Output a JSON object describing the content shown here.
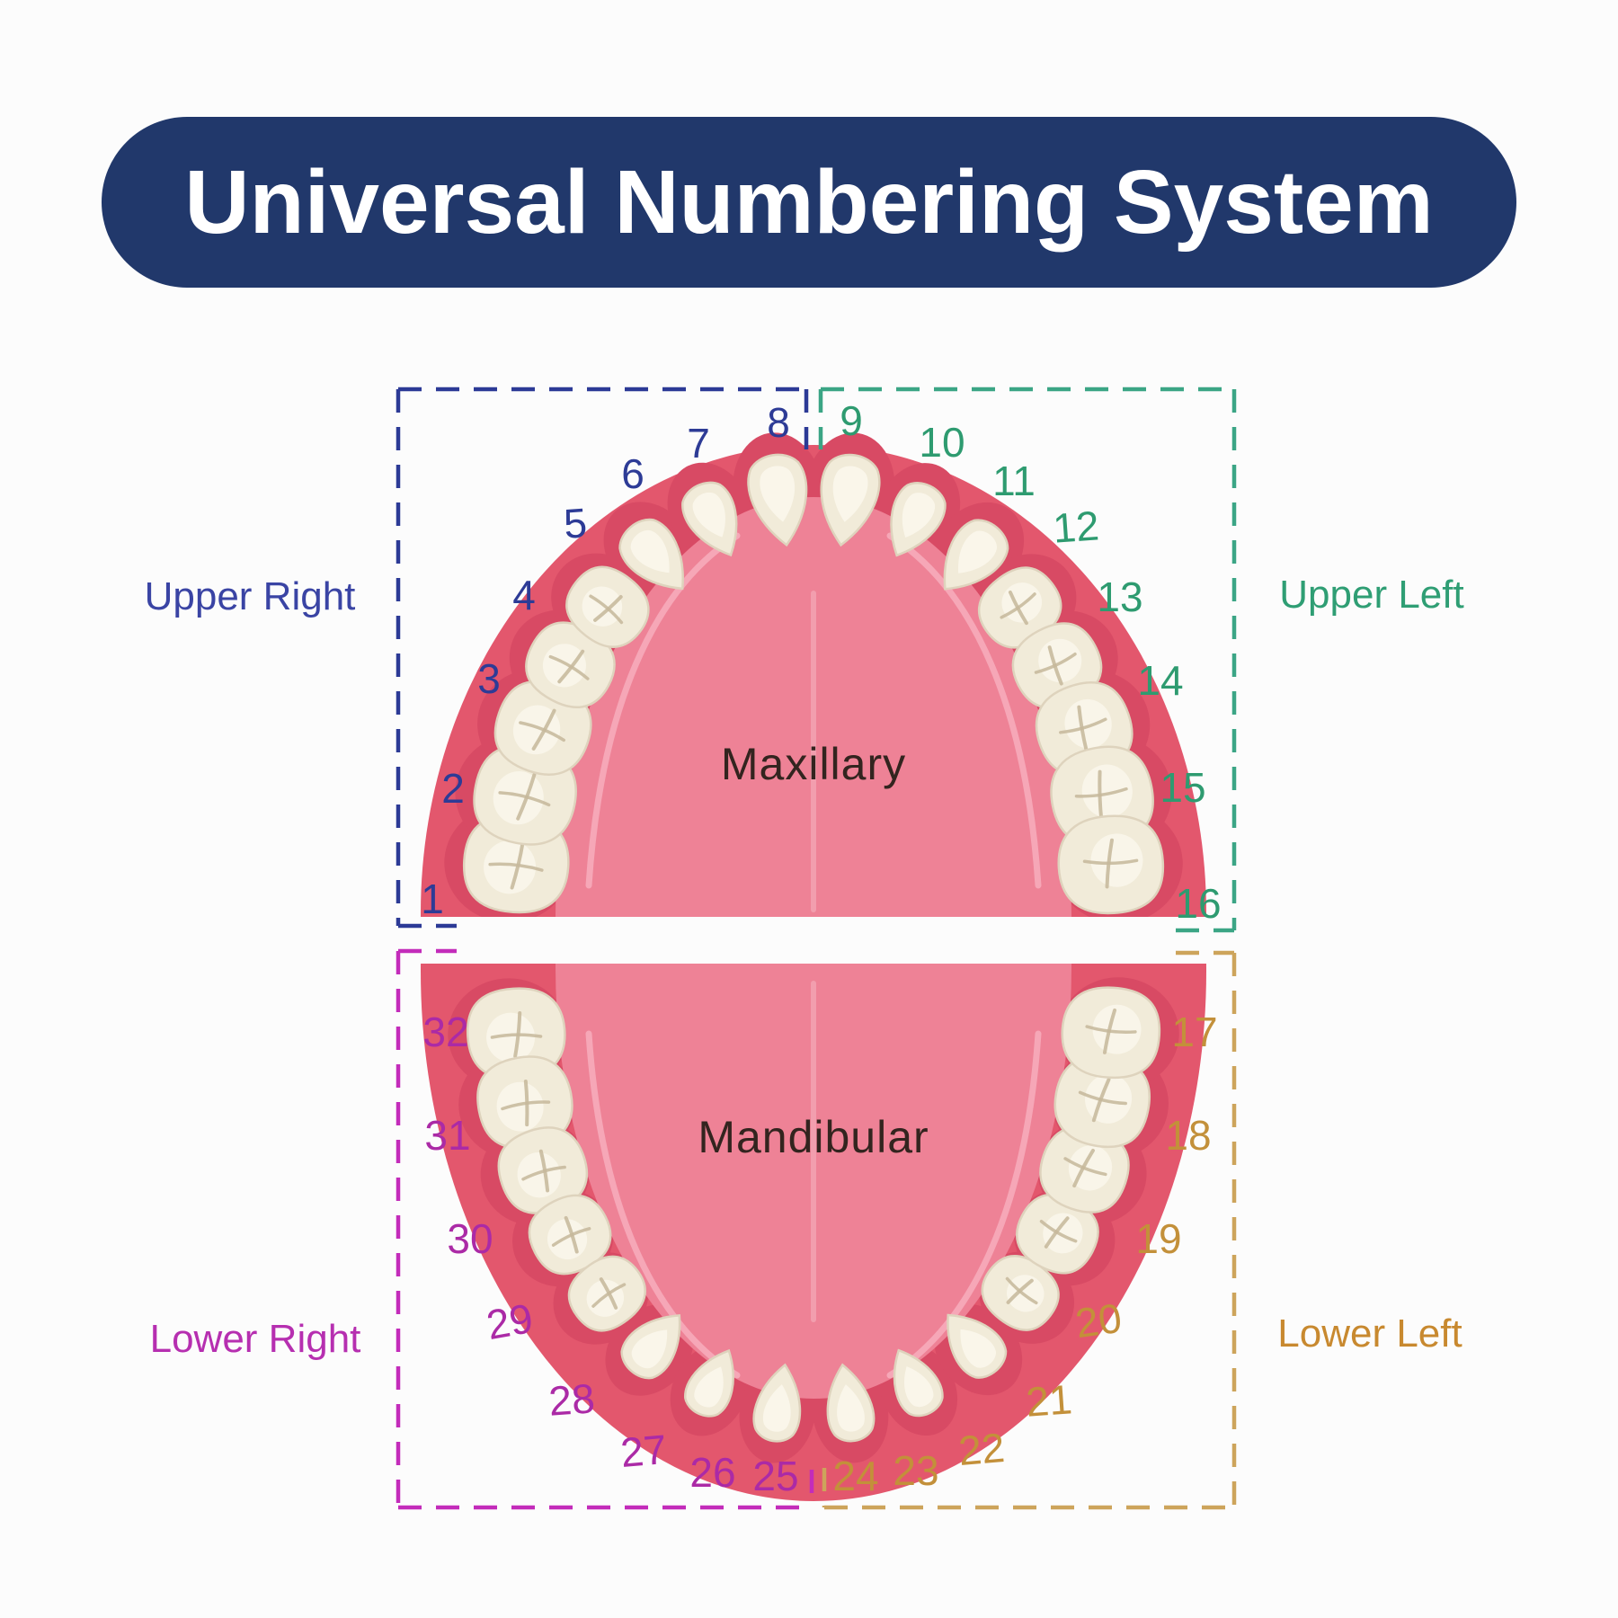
{
  "title": "Universal Numbering System",
  "arches": {
    "upper": "Maxillary",
    "lower": "Mandibular"
  },
  "quadrants": [
    {
      "id": "upper-right",
      "label": "Upper Right",
      "numbers": [
        1,
        2,
        3,
        4,
        5,
        6,
        7,
        8
      ],
      "number_color": "#2d3b96",
      "border_color": "#2c3a96",
      "label_color": "#3a44a4"
    },
    {
      "id": "upper-left",
      "label": "Upper Left",
      "numbers": [
        9,
        10,
        11,
        12,
        13,
        14,
        15,
        16
      ],
      "number_color": "#2e9b70",
      "border_color": "#3ba585",
      "label_color": "#2f9e74"
    },
    {
      "id": "lower-right",
      "label": "Lower Right",
      "numbers": [
        25,
        26,
        27,
        28,
        29,
        30,
        31,
        32
      ],
      "number_color": "#ab2aa6",
      "border_color": "#c32cba",
      "label_color": "#b62fb0"
    },
    {
      "id": "lower-left",
      "label": "Lower Left",
      "numbers": [
        17,
        18,
        19,
        20,
        21,
        22,
        23,
        24
      ],
      "number_color": "#c3903a",
      "border_color": "#cda45b",
      "label_color": "#c8892f"
    }
  ],
  "colors": {
    "background": "#fcfcfc",
    "banner_bg": "#21386b",
    "banner_text": "#ffffff",
    "gum": "#e3576d",
    "gum_dark": "#d84a64",
    "palate": "#ee8296",
    "palate_streak": "#f6a9b8",
    "palate_streak_center": "#f29eae",
    "tooth": "#f1ebd9",
    "tooth_edge": "#ded3bd",
    "tooth_highlight": "#faf6ea",
    "tooth_crack": "#c6b79a",
    "arch_label": "#33241f"
  }
}
